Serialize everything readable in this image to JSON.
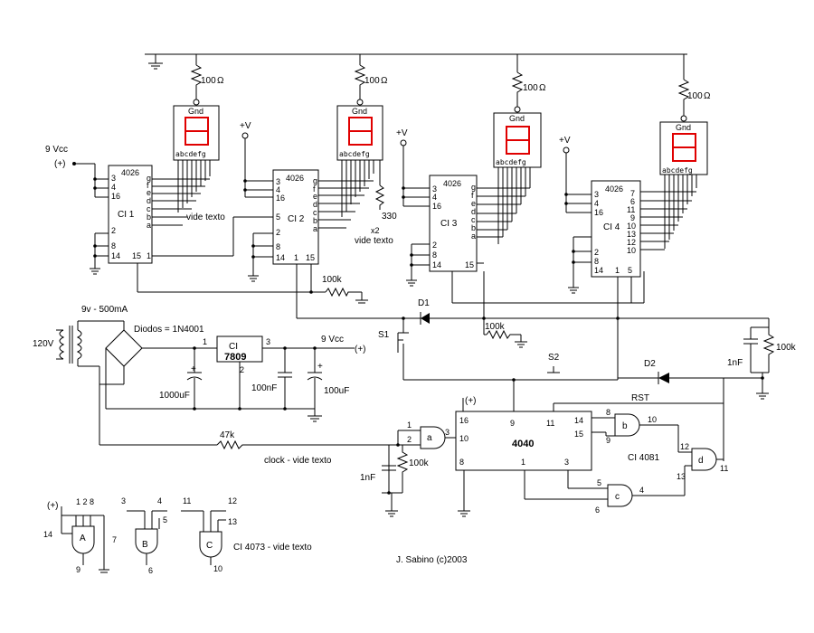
{
  "labels": {
    "vcc_in": "9 Vcc",
    "plus": "(+)",
    "plus_v": "+V",
    "r100": "100",
    "ohm": "Ω",
    "gnd": "Gnd",
    "seg_pins": "abcdefg",
    "chip_4026": "4026",
    "ci1": "CI 1",
    "ci2": "CI 2",
    "ci3": "CI 3",
    "ci4": "CI 4",
    "vide_texto": "vide texto",
    "r330": "330",
    "x2": "x2",
    "r100k": "100k",
    "d1": "D1",
    "d2": "D2",
    "s1": "S1",
    "s2": "S2",
    "transformer": "9v - 500mA",
    "diodes": "Diodos = 1N4001",
    "v120": "120V",
    "ci": "CI",
    "reg": "7809",
    "c1000": "1000uF",
    "c100n": "100nF",
    "c100u": "100uF",
    "vcc_out": "9 Vcc",
    "r47k": "47k",
    "clock": "clock - vide texto",
    "c1nf": "1nF",
    "chip_4040": "4040",
    "rst": "RST",
    "ci4081": "CI 4081",
    "ci4073": "CI 4073 - vide texto",
    "author": "J. Sabino (c)2003"
  },
  "gates": {
    "a": "a",
    "b": "b",
    "c": "c",
    "d": "d",
    "A": "A",
    "B": "B",
    "C": "C"
  },
  "pins": {
    "p3": "3",
    "p4": "4",
    "p16": "16",
    "p2": "2",
    "p8": "8",
    "p14": "14",
    "p15": "15",
    "p1": "1",
    "p5": "5",
    "p9": "9",
    "p11": "11",
    "p10": "10",
    "p6": "6",
    "p12": "12",
    "p13": "13",
    "p7": "7",
    "p128": "1 2 8",
    "g": "g",
    "f": "f",
    "e": "e",
    "d": "d",
    "c": "c",
    "b": "b",
    "a": "a"
  }
}
